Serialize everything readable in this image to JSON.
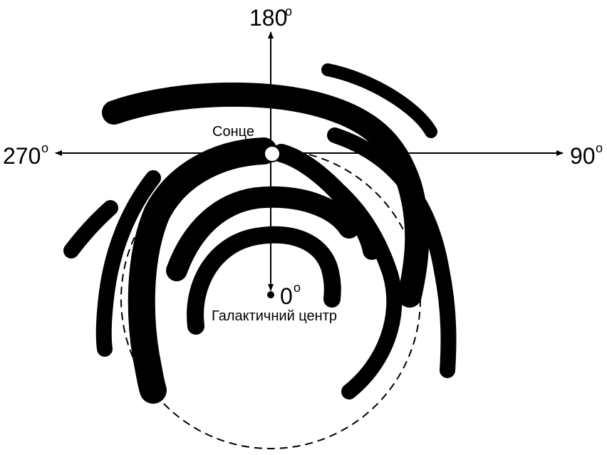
{
  "labels": {
    "top": "180",
    "right": "90",
    "left": "270",
    "center": "0",
    "degree_sign": "o",
    "sun": "Сонце",
    "galactic_center": "Галактичний центр"
  },
  "colors": {
    "ink": "#000000",
    "background": "#ffffff",
    "sun_fill": "#ffffff"
  }
}
